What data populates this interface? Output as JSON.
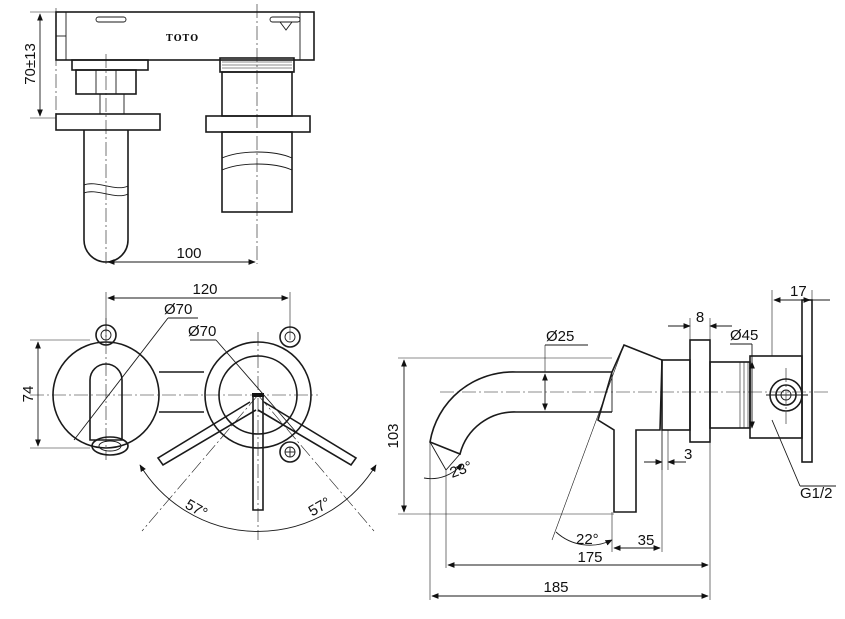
{
  "brand_logo": "TOTO",
  "dimensions": {
    "height_offset": "70±13",
    "spacing": "100",
    "plate_width": "120",
    "plate_dia_1": "Ø70",
    "plate_dia_2": "Ø70",
    "plate_height": "74",
    "rotation_left": "57°",
    "rotation_right": "57°",
    "spout_dia": "Ø25",
    "projection_height": "103",
    "spout_angle": "23°",
    "lever_angle": "22°",
    "flange": "8",
    "body_dia": "Ø45",
    "wall_depth": "17",
    "gap": "3",
    "thread": "G1/2",
    "depth_35": "35",
    "reach_175": "175",
    "reach_185": "185"
  }
}
